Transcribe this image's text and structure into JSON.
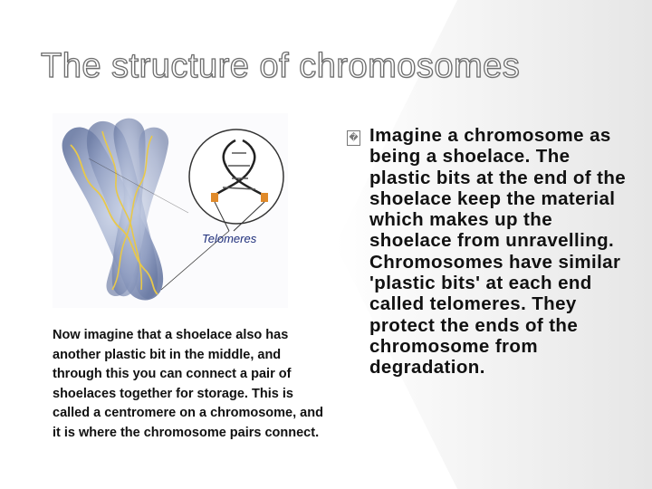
{
  "slide": {
    "title": "The structure of chromosomes",
    "caption": "Now imagine that a shoelace also has another plastic bit in the middle, and through this you can connect a pair of shoelaces together for storage. This is called a centromere on a chromosome, and it is where the chromosome pairs connect.",
    "bullet_glyph": "�",
    "bullet_text": "Imagine a chromosome as being a shoelace. The plastic bits at the end of the shoelace keep the material which makes up the shoelace from unravelling. Chromosomes have similar 'plastic bits' at each end called telomeres. They protect the ends of the chromosome from degradation."
  },
  "figure": {
    "label": "Telomeres",
    "icon": "chromosome-telomeres-illustration"
  }
}
